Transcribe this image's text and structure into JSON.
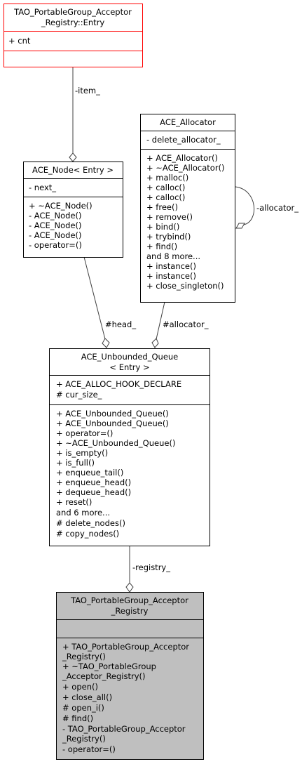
{
  "entry": {
    "title_lines": [
      "TAO_PortableGroup_Acceptor",
      "_Registry::Entry"
    ],
    "attrs": [
      "+ cnt"
    ],
    "ops": []
  },
  "node": {
    "title_lines": [
      "ACE_Node< Entry >"
    ],
    "attrs": [
      "- next_"
    ],
    "ops": [
      "+ ~ACE_Node()",
      "- ACE_Node()",
      "- ACE_Node()",
      "- ACE_Node()",
      "- operator=()"
    ]
  },
  "allocator": {
    "title_lines": [
      "ACE_Allocator"
    ],
    "attrs": [
      "- delete_allocator_"
    ],
    "ops": [
      "+ ACE_Allocator()",
      "+ ~ACE_Allocator()",
      "+ malloc()",
      "+ calloc()",
      "+ calloc()",
      "+ free()",
      "+ remove()",
      "+ bind()",
      "+ trybind()",
      "+ find()",
      "and 8 more...",
      "+ instance()",
      "+ instance()",
      "+ close_singleton()"
    ]
  },
  "queue": {
    "title_lines": [
      "ACE_Unbounded_Queue",
      "< Entry >"
    ],
    "attrs": [
      "+ ACE_ALLOC_HOOK_DECLARE",
      "# cur_size_"
    ],
    "ops": [
      "+ ACE_Unbounded_Queue()",
      "+ ACE_Unbounded_Queue()",
      "+ operator=()",
      "+ ~ACE_Unbounded_Queue()",
      "+ is_empty()",
      "+ is_full()",
      "+ enqueue_tail()",
      "+ enqueue_head()",
      "+ dequeue_head()",
      "+ reset()",
      "and 6 more...",
      "# delete_nodes()",
      "# copy_nodes()"
    ]
  },
  "registry": {
    "title_lines": [
      "TAO_PortableGroup_Acceptor",
      "_Registry"
    ],
    "attrs": [],
    "ops": [
      "+ TAO_PortableGroup_Acceptor",
      "_Registry()",
      "+ ~TAO_PortableGroup",
      "_Acceptor_Registry()",
      "+ open()",
      "+ close_all()",
      "# open_i()",
      "# find()",
      "- TAO_PortableGroup_Acceptor",
      "_Registry()",
      "- operator=()"
    ]
  },
  "edges": {
    "item": "-item_",
    "head": "#head_",
    "allocator_ref": "#allocator_",
    "self_allocator": "-allocator_",
    "registry": "-registry_"
  },
  "colors": {
    "entry_border": "#ff0000",
    "border": "#000000",
    "registry_fill": "#bfbfbf",
    "edge": "#404040"
  }
}
